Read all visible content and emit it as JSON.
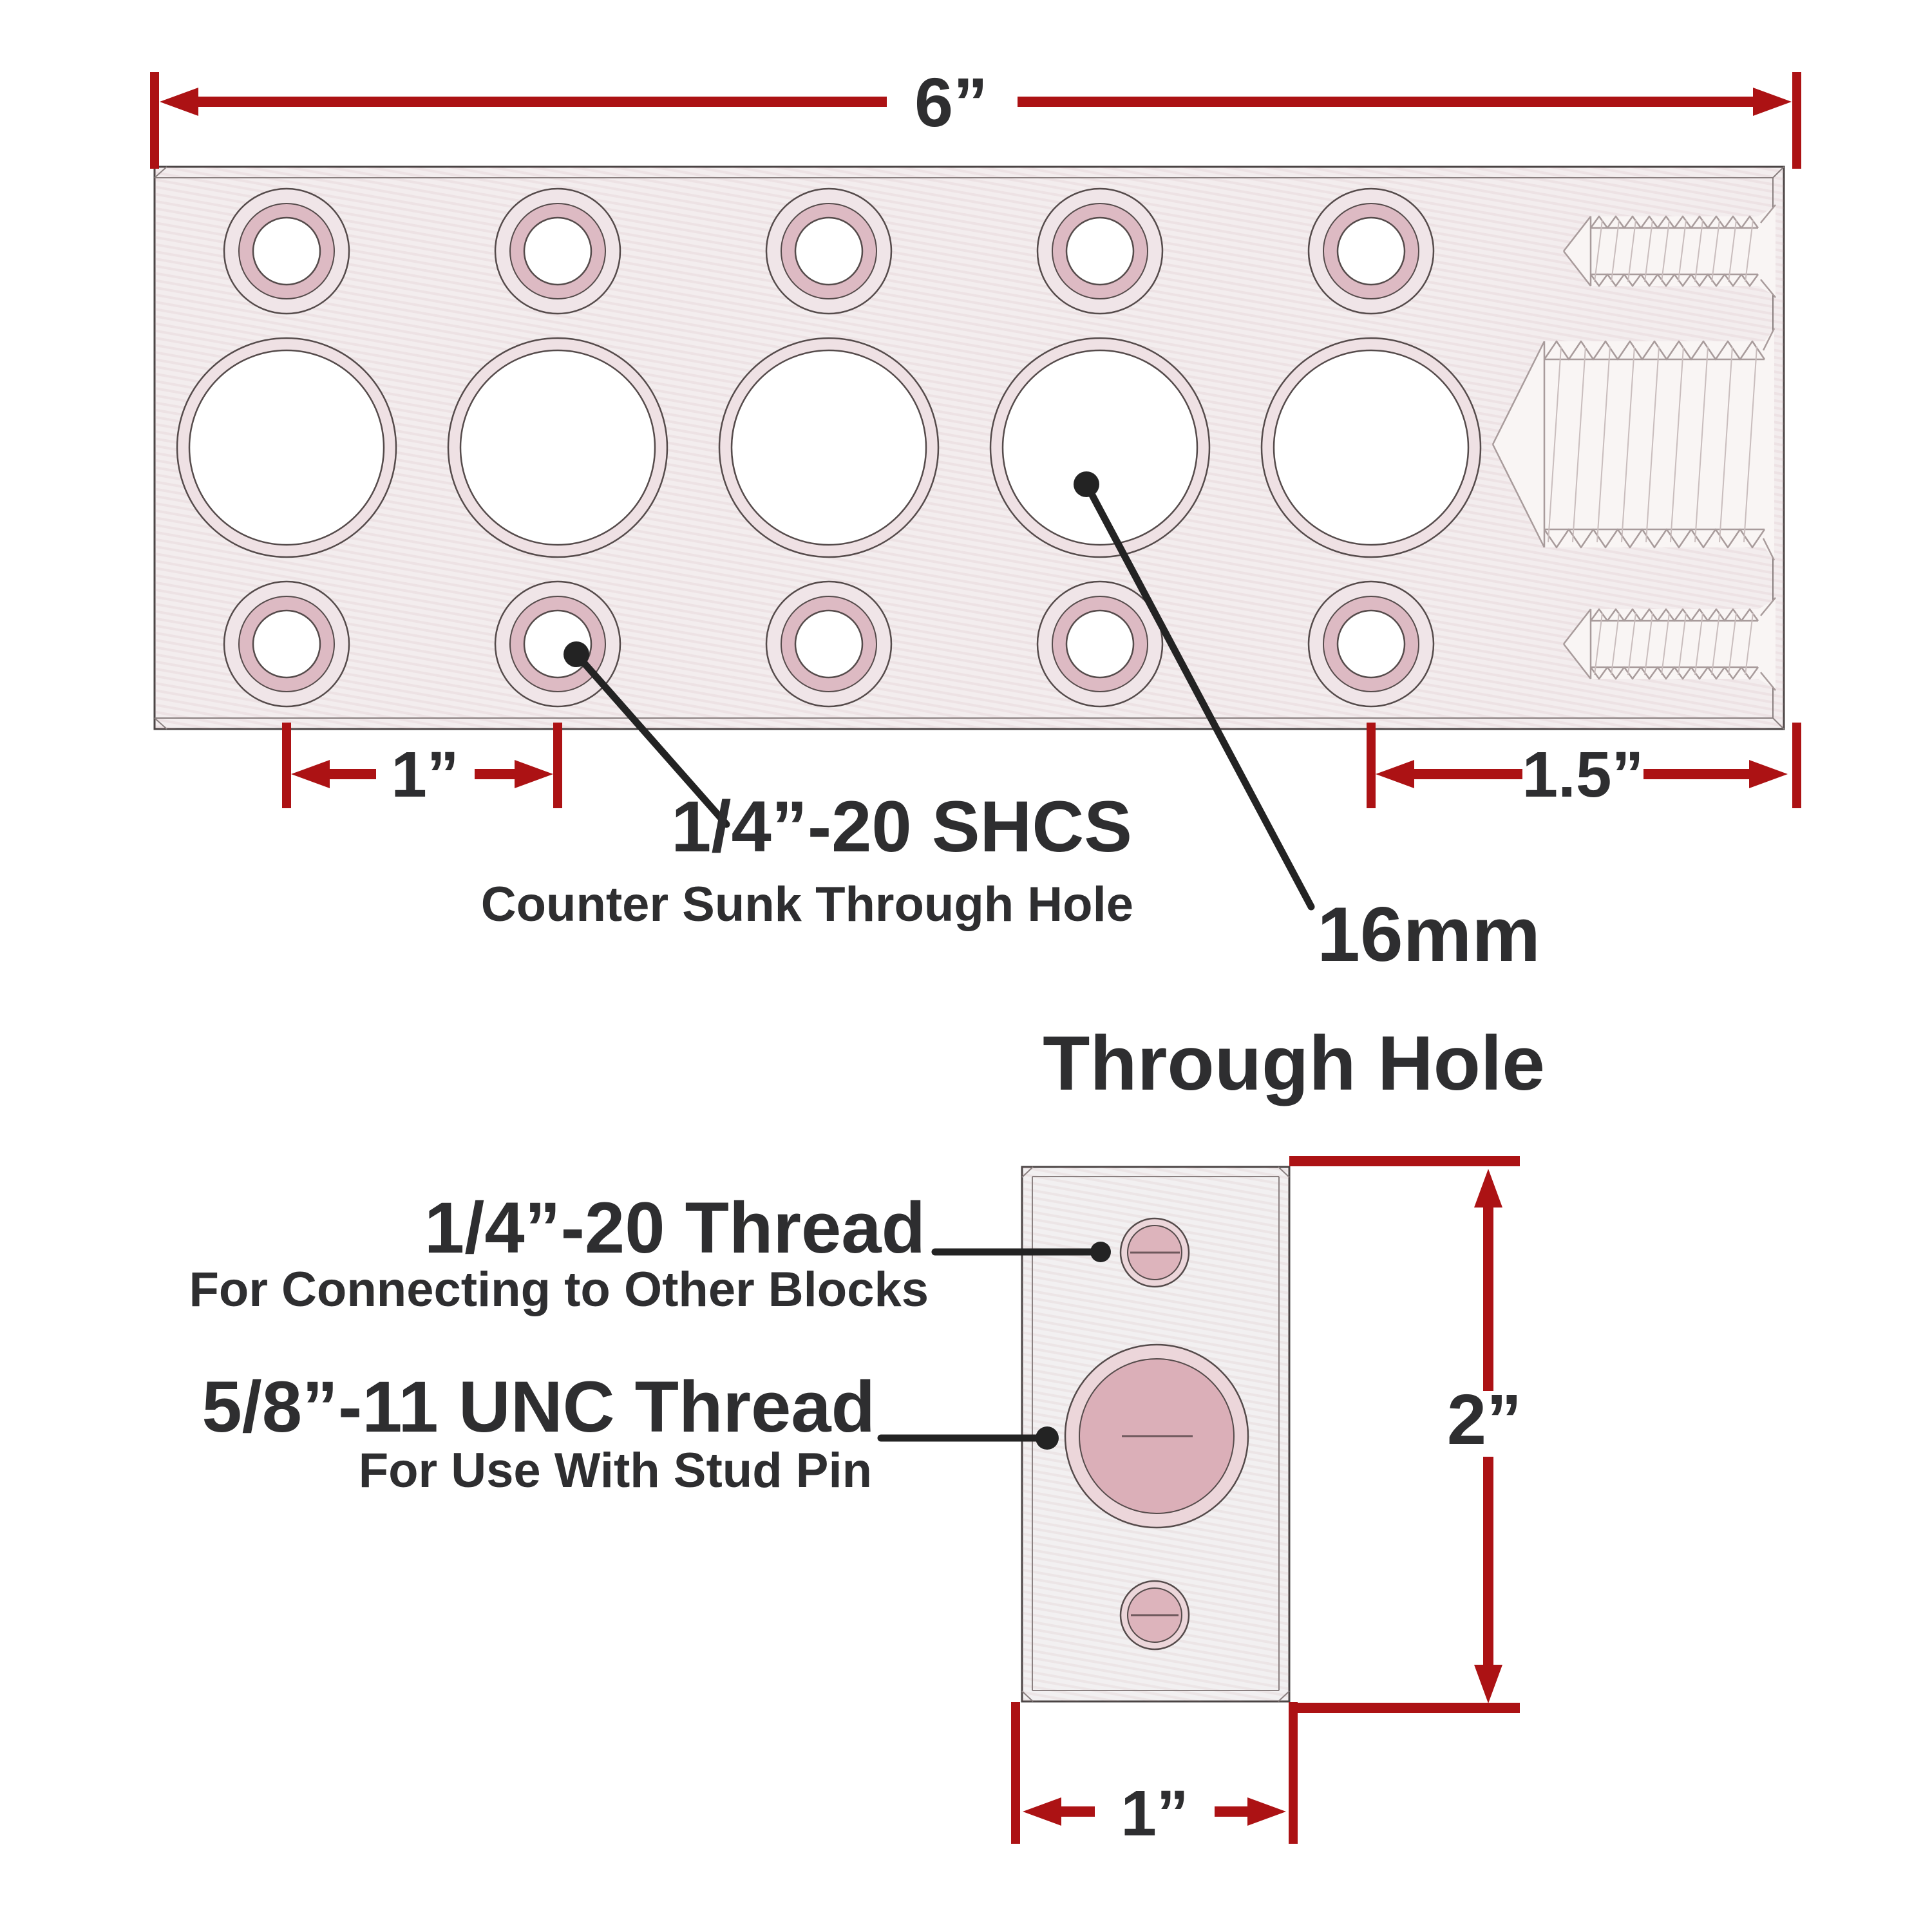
{
  "colors": {
    "dim_red": "#AC1214",
    "text_dark": "#2E2E30",
    "callout_black": "#232323",
    "plate_fill": "#F3EDEE",
    "plate_stroke": "#4A4444",
    "sliver_stroke": "#8A8080",
    "hole_stroke": "#554B4B",
    "ring_pale": "#F0E5E8",
    "ring_pink": "#DDBAC3",
    "big_ring": "#EFE1E4",
    "block_fill": "#F2F0F1",
    "circle_ring": "#ECD6DA",
    "circle_pink": "#DDB4BC",
    "circle_big_pink": "#DBAFB8",
    "slot_stroke": "#6E585C",
    "thread_ghost": "#A89B9B",
    "thread_ghost_light": "#C9BDBD",
    "thread_fill": "#F9F5F4"
  },
  "top_view": {
    "width_label": "6”",
    "spacing_label": "1”",
    "right_label": "1.5”",
    "shcs_title": "1/4”-20 SHCS",
    "shcs_subtitle": "Counter Sunk Through Hole",
    "mm_title": "16mm",
    "mm_subtitle": "Through Hole"
  },
  "end_view": {
    "height_label": "2”",
    "width_label": "1”",
    "quarter_title": "1/4”-20 Thread",
    "quarter_subtitle": "For Connecting to Other Blocks",
    "unc_title": "5/8”-11 UNC Thread",
    "unc_subtitle": "For Use With Stud Pin"
  }
}
